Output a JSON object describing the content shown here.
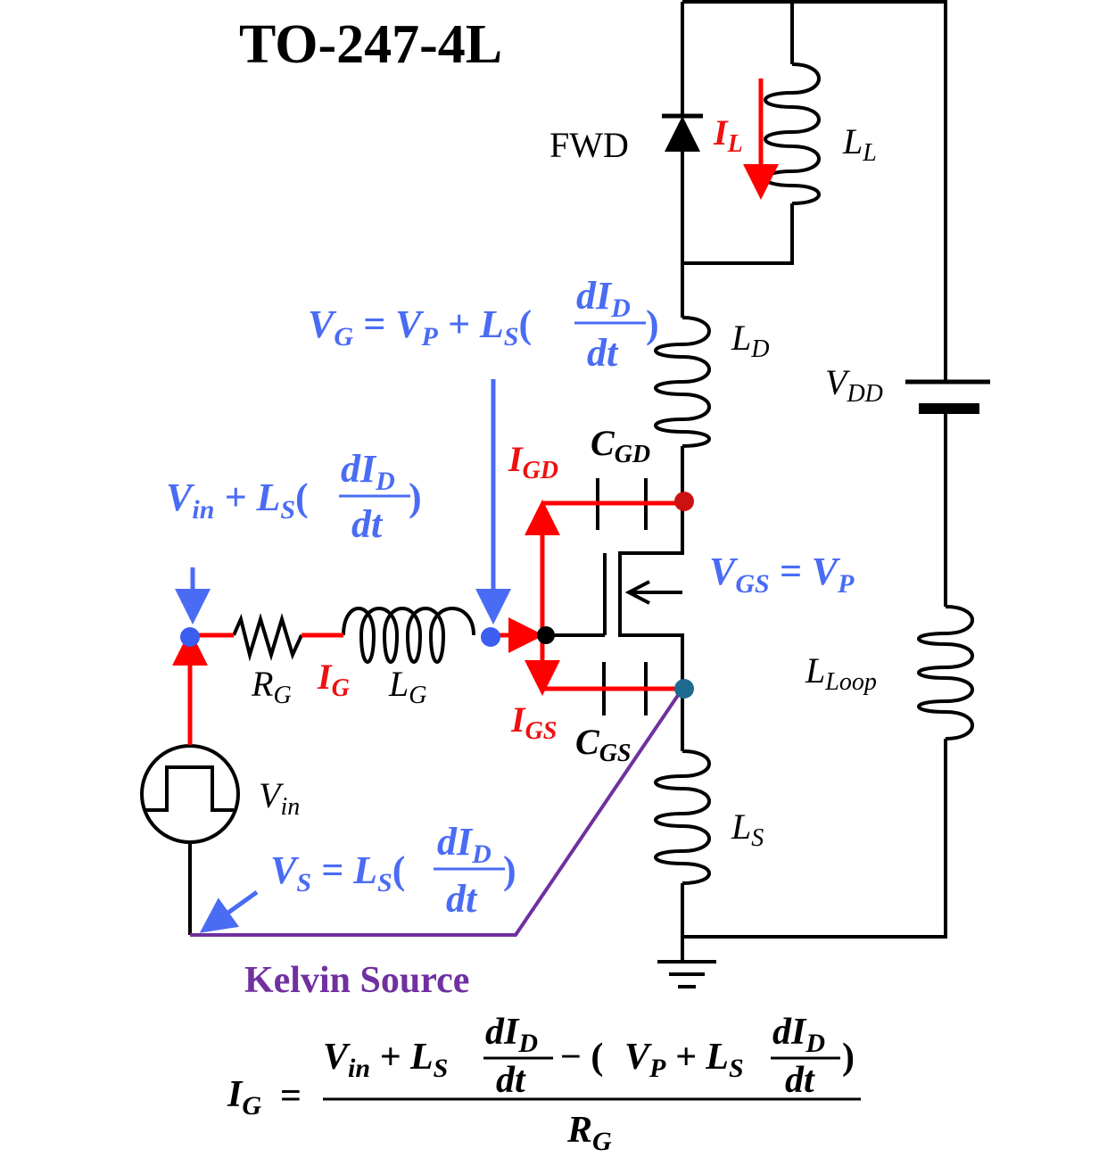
{
  "title": "TO-247-4L",
  "labels": {
    "fwd": "FWD",
    "ll": {
      "main": "L",
      "sub": "L"
    },
    "ld": {
      "main": "L",
      "sub": "D"
    },
    "vdd": {
      "main": "V",
      "sub": "DD"
    },
    "lloop": {
      "main": "L",
      "sub": "Loop"
    },
    "ls": {
      "main": "L",
      "sub": "S"
    },
    "cgd": {
      "main": "C",
      "sub": "GD"
    },
    "cgs": {
      "main": "C",
      "sub": "GS"
    },
    "rg": {
      "main": "R",
      "sub": "G"
    },
    "lg": {
      "main": "L",
      "sub": "G"
    },
    "vin_src": {
      "main": "V",
      "sub": "in"
    }
  },
  "currents": {
    "il": {
      "main": "I",
      "sub": "L"
    },
    "igd": {
      "main": "I",
      "sub": "GD"
    },
    "ig": {
      "main": "I",
      "sub": "G"
    },
    "igs": {
      "main": "I",
      "sub": "GS"
    }
  },
  "annotations": {
    "vg": {
      "lhs": "V",
      "lhs_sub": "G",
      "eq": " = ",
      "t1": "V",
      "t1_sub": "P",
      "plus": " + ",
      "t2": "L",
      "t2_sub": "S",
      "open": "(",
      "num": "dI",
      "num_sub": "D",
      "den": "dt",
      "close": ")"
    },
    "vin_ls": {
      "t1": "V",
      "t1_sub": "in",
      "plus": " + ",
      "t2": "L",
      "t2_sub": "S",
      "open": "(",
      "num": "dI",
      "num_sub": "D",
      "den": "dt",
      "close": ")"
    },
    "vgs": {
      "lhs": "V",
      "lhs_sub": "GS",
      "eq": " = ",
      "rhs": "V",
      "rhs_sub": "P"
    },
    "vs": {
      "lhs": "V",
      "lhs_sub": "S",
      "eq": " = ",
      "t2": "L",
      "t2_sub": "S",
      "open": "(",
      "num": "dI",
      "num_sub": "D",
      "den": "dt",
      "close": ")"
    }
  },
  "kelvin": "Kelvin Source",
  "formula": {
    "lhs": "I",
    "lhs_sub": "G",
    "eq": "=",
    "n1": "V",
    "n1_sub": "in",
    "plus1": " + ",
    "n2": "L",
    "n2_sub": "S",
    "f1_num": "dI",
    "f1_num_sub": "D",
    "f1_den": "dt",
    "minus": " − (",
    "n3": "V",
    "n3_sub": "P",
    "plus2": " + ",
    "n4": "L",
    "n4_sub": "S",
    "f2_num": "dI",
    "f2_num_sub": "D",
    "f2_den": "dt",
    "close": ")",
    "den": "R",
    "den_sub": "G"
  },
  "colors": {
    "current": "#ff0000",
    "voltage": "#4a6cf4",
    "kelvin": "#7030a0"
  }
}
